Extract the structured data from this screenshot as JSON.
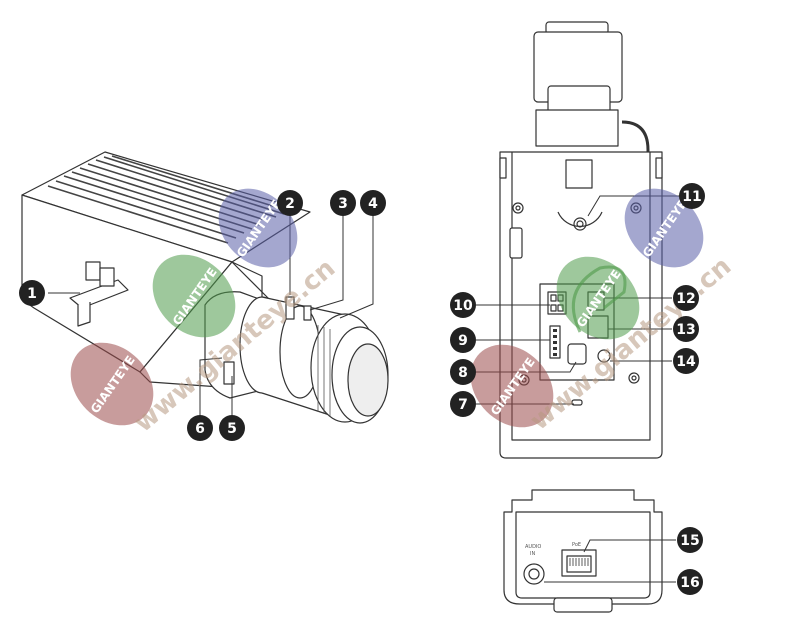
{
  "callouts": [
    {
      "id": "1",
      "label": "1"
    },
    {
      "id": "2",
      "label": "2"
    },
    {
      "id": "3",
      "label": "3"
    },
    {
      "id": "4",
      "label": "4"
    },
    {
      "id": "5",
      "label": "5"
    },
    {
      "id": "6",
      "label": "6"
    },
    {
      "id": "7",
      "label": "7"
    },
    {
      "id": "8",
      "label": "8"
    },
    {
      "id": "9",
      "label": "9"
    },
    {
      "id": "10",
      "label": "10"
    },
    {
      "id": "11",
      "label": "11"
    },
    {
      "id": "12",
      "label": "12"
    },
    {
      "id": "13",
      "label": "13"
    },
    {
      "id": "14",
      "label": "14"
    },
    {
      "id": "15",
      "label": "15"
    },
    {
      "id": "16",
      "label": "16"
    }
  ],
  "port_labels": {
    "poe": "PoE",
    "audio_in_1": "AUDIO",
    "audio_in_2": "IN"
  },
  "watermark": {
    "brand": "GIANTEYE",
    "url": "www.gianteye.cn"
  },
  "colors": {
    "callout_fill": "#222222",
    "wm_blue": "#5a5ea8",
    "wm_green": "#4f9a4a",
    "wm_red": "#9a4a4a",
    "outline": "#333333"
  }
}
